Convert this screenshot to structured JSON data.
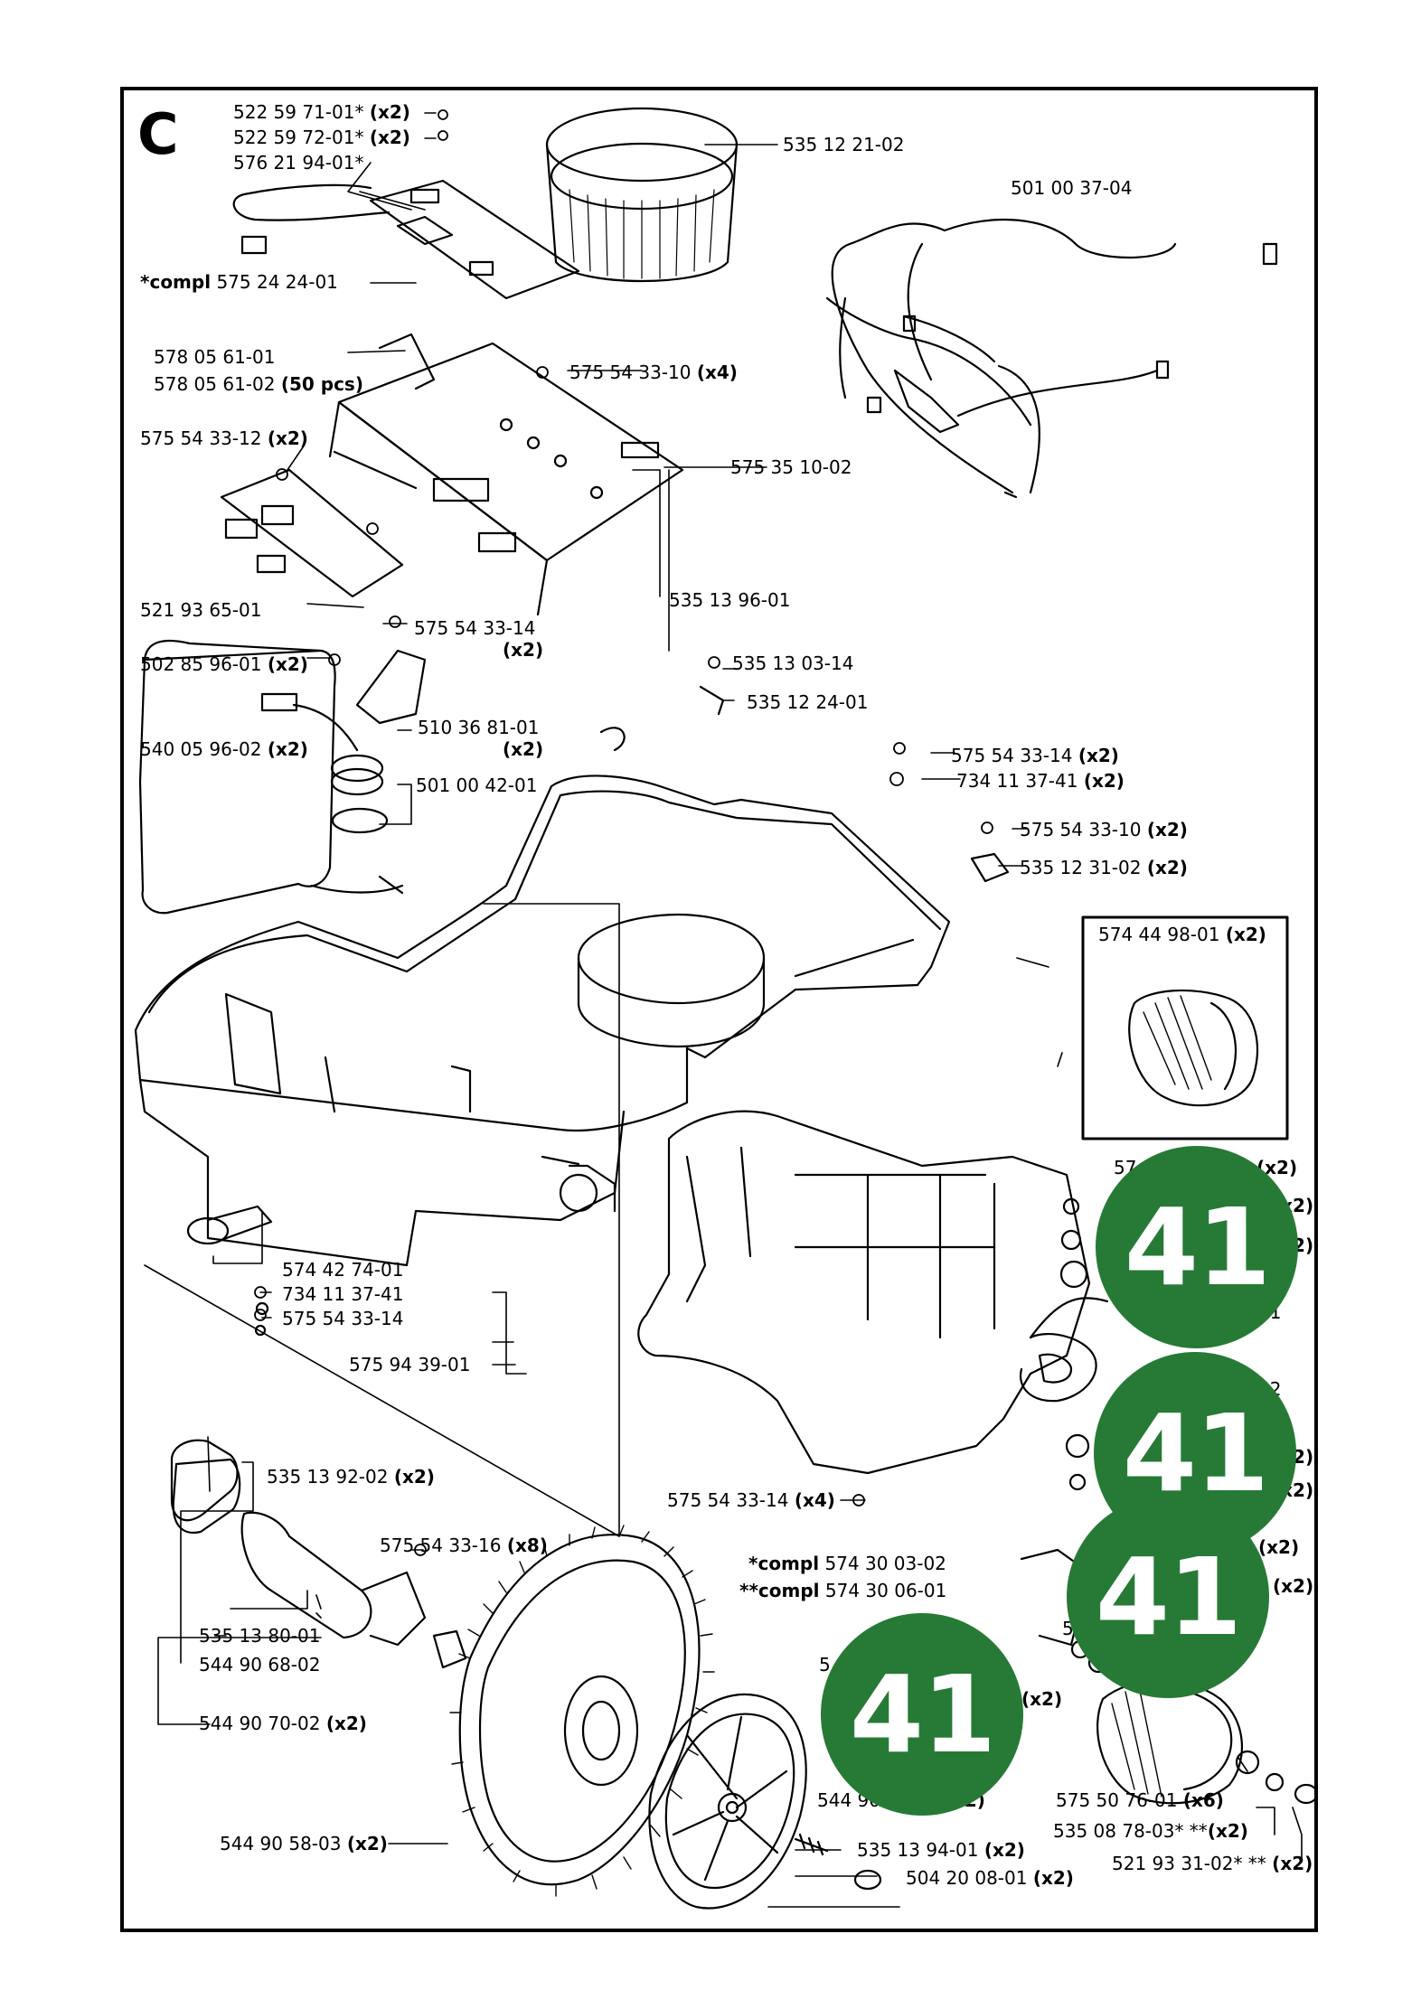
{
  "section_letter": "C",
  "badge_color": "#267a36",
  "badge_text": "41",
  "labels": [
    {
      "id": "p-522-59-71-01",
      "text": "522 59 71-01*",
      "qty": "(x2)"
    },
    {
      "id": "p-522-59-72-01",
      "text": "522 59 72-01*",
      "qty": "(x2)"
    },
    {
      "id": "p-576-21-94-01",
      "text": "576 21 94-01*",
      "qty": ""
    },
    {
      "id": "p-575-24-24-01",
      "prefix": "*compl",
      "text": "575 24 24-01",
      "qty": ""
    },
    {
      "id": "p-578-05-61-01",
      "text": "578 05 61-01",
      "qty": ""
    },
    {
      "id": "p-578-05-61-02",
      "text": "578 05 61-02",
      "qty": "(50 pcs)"
    },
    {
      "id": "p-575-54-33-12",
      "text": "575 54 33-12",
      "qty": "(x2)"
    },
    {
      "id": "p-521-93-65-01",
      "text": "521 93 65-01",
      "qty": ""
    },
    {
      "id": "p-502-85-96-01",
      "text": "502 85 96-01",
      "qty": "(x2)"
    },
    {
      "id": "p-540-05-96-02",
      "text": "540 05 96-02",
      "qty": "(x2)"
    },
    {
      "id": "p-535-12-21-02",
      "text": "535 12 21-02",
      "qty": ""
    },
    {
      "id": "p-575-54-33-10-x4",
      "text": "575 54 33-10",
      "qty": "(x4)"
    },
    {
      "id": "p-575-35-10-02",
      "text": "575 35 10-02",
      "qty": ""
    },
    {
      "id": "p-535-13-96-01",
      "text": "535 13 96-01",
      "qty": ""
    },
    {
      "id": "p-575-54-33-14-a",
      "text": "575 54 33-14",
      "qty": "(x2)"
    },
    {
      "id": "p-510-36-81-01",
      "text": "510 36 81-01",
      "qty": "(x2)"
    },
    {
      "id": "p-501-00-42-01",
      "text": "501 00 42-01",
      "qty": ""
    },
    {
      "id": "p-535-13-03-14",
      "text": "535 13 03-14",
      "qty": ""
    },
    {
      "id": "p-535-12-24-01",
      "text": "535 12 24-01",
      "qty": ""
    },
    {
      "id": "p-501-00-37-04",
      "text": "501 00 37-04",
      "qty": ""
    },
    {
      "id": "p-575-54-33-14-b",
      "text": "575 54 33-14",
      "qty": "(x2)"
    },
    {
      "id": "p-734-11-37-41-a",
      "text": "734 11 37-41",
      "qty": "(x2)"
    },
    {
      "id": "p-575-54-33-10-x2",
      "text": "575 54 33-10",
      "qty": "(x2)"
    },
    {
      "id": "p-535-12-31-02",
      "text": "535 12 31-02",
      "qty": "(x2)"
    },
    {
      "id": "p-574-44-98-01",
      "text": "574 44 98-01",
      "qty": "(x2)"
    },
    {
      "id": "p-574-42-74-01",
      "text": "574 42 74-01",
      "qty": ""
    },
    {
      "id": "p-734-11-37-41-b",
      "text": "734 11 37-41",
      "qty": ""
    },
    {
      "id": "p-575-54-33-14-c",
      "text": "575 54 33-14",
      "qty": ""
    },
    {
      "id": "p-575-94-39-01",
      "text": "575 94 39-01",
      "qty": ""
    },
    {
      "id": "p-575-54-33-14-x4",
      "text": "575 54 33-14",
      "qty": "(x4)"
    },
    {
      "id": "p-535-13-92-02",
      "text": "535 13 92-02",
      "qty": "(x2)"
    },
    {
      "id": "p-575-54-33-16",
      "text": "575 54 33-16",
      "qty": "(x8)"
    },
    {
      "id": "p-535-13-80-01",
      "text": "535 13 80-01",
      "qty": ""
    },
    {
      "id": "p-544-90-68-02",
      "text": "544 90 68-02",
      "qty": ""
    },
    {
      "id": "p-544-90-70-02",
      "text": "544 90 70-02",
      "qty": "(x2)"
    },
    {
      "id": "p-574-30-03-02",
      "prefix": "*compl",
      "text": "574 30 03-02",
      "qty": ""
    },
    {
      "id": "p-574-30-06-01",
      "prefix": "**compl",
      "text": "574 30 06-01",
      "qty": ""
    },
    {
      "id": "p-544-90-51-02",
      "text": "544 90 51-02",
      "qty": "(x2)"
    },
    {
      "id": "p-544-90-58-03",
      "text": "544 90 58-03",
      "qty": "(x2)"
    },
    {
      "id": "p-535-13-94-01",
      "text": "535 13 94-01",
      "qty": "(x2)"
    },
    {
      "id": "p-504-20-08-01",
      "text": "504 20 08-01",
      "qty": "(x2)"
    },
    {
      "id": "p-575-50-76-01",
      "text": "575 50 76-01",
      "qty": "(x6)"
    },
    {
      "id": "p-535-08-78-03",
      "text": "535 08 78-03* **",
      "qty": "(x2)"
    },
    {
      "id": "p-521-93-31-02",
      "text": "521 93 31-02* **",
      "qty": "(x2)"
    },
    {
      "id": "p-partial-1",
      "text": "57",
      "qty": "(x2)"
    },
    {
      "id": "p-partial-2",
      "text": "",
      "qty": "(x2)"
    },
    {
      "id": "p-partial-3",
      "text": "",
      "qty": "(x2)"
    },
    {
      "id": "p-partial-4",
      "text": "01",
      "qty": ""
    },
    {
      "id": "p-partial-5",
      "text": "02",
      "qty": ""
    },
    {
      "id": "p-partial-6",
      "text": "",
      "qty": "(x2)"
    },
    {
      "id": "p-partial-7",
      "text": "",
      "qty": "(x2)"
    },
    {
      "id": "p-partial-8",
      "text": "",
      "qty": "(x2)"
    },
    {
      "id": "p-partial-9",
      "text": "",
      "qty": "(x2)"
    },
    {
      "id": "p-partial-10",
      "text": "57",
      "qty": ""
    },
    {
      "id": "p-partial-11",
      "text": "5",
      "qty": ""
    },
    {
      "id": "p-partial-12",
      "text": "",
      "qty": "(x2)"
    }
  ]
}
